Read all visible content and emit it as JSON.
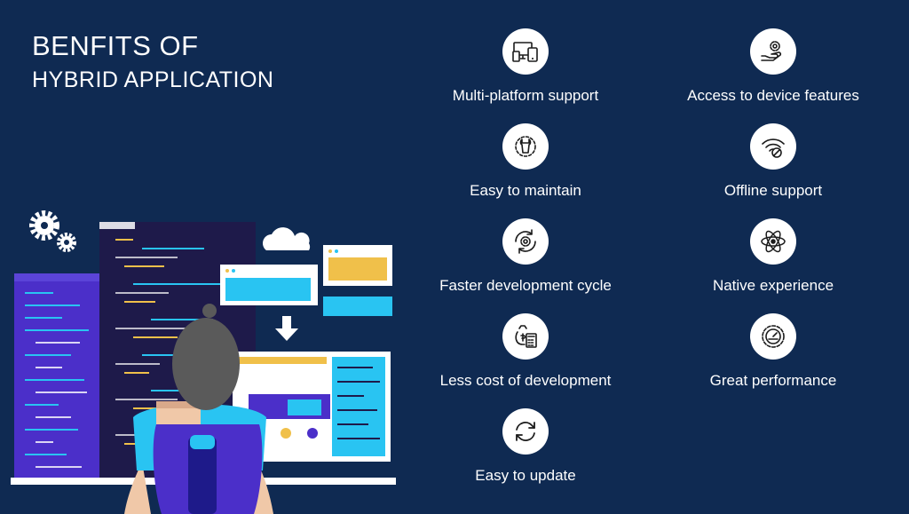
{
  "title": {
    "line1": "BENFITS OF",
    "line2": "HYBRID APPLICATION"
  },
  "features": {
    "multi_platform": {
      "label": "Multi-platform support",
      "icon": "devices-icon"
    },
    "device_features": {
      "label": "Access to device features",
      "icon": "hand-gear-icon"
    },
    "easy_maintain": {
      "label": "Easy to maintain",
      "icon": "wrench-gear-icon"
    },
    "offline": {
      "label": "Offline support",
      "icon": "wifi-off-icon"
    },
    "faster_dev": {
      "label": "Faster development cycle",
      "icon": "gear-cycle-icon"
    },
    "native": {
      "label": "Native experience",
      "icon": "atom-icon"
    },
    "less_cost": {
      "label": "Less cost of development",
      "icon": "money-calculator-icon"
    },
    "performance": {
      "label": "Great performance",
      "icon": "gear-speedometer-icon"
    },
    "easy_update": {
      "label": "Easy to update",
      "icon": "refresh-icon"
    }
  },
  "colors": {
    "background": "#0f2a52",
    "icon_circle": "#ffffff",
    "icon_stroke": "#1b1b1b",
    "accent_cyan": "#29c4f2",
    "accent_purple": "#4b2fc9",
    "accent_yellow": "#f0c04a"
  }
}
